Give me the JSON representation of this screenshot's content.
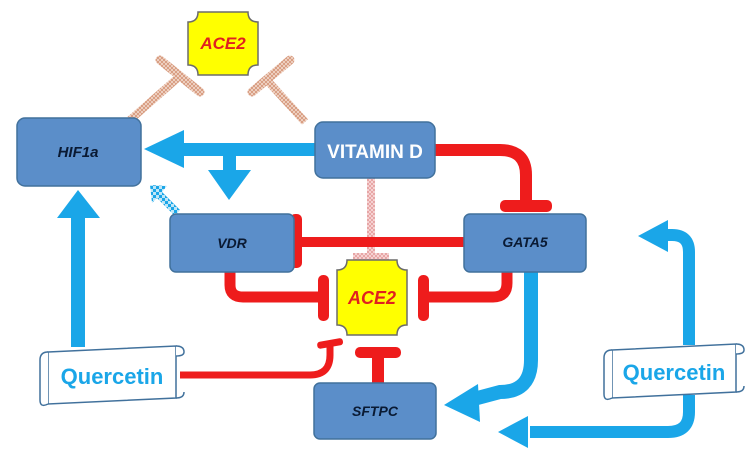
{
  "nodes": {
    "ace2_top": "ACE2",
    "hif1a": "HIF1a",
    "vitamin_d": "VITAMIN D",
    "vdr": "VDR",
    "gata5": "GATA5",
    "ace2_center": "ACE2",
    "sftpc": "SFTPC",
    "quercetin_left": "Quercetin",
    "quercetin_right": "Quercetin"
  },
  "colors": {
    "box_fill": "#5b8ec9",
    "box_stroke": "#41719c",
    "ace2_fill": "#ffff00",
    "ace2_text": "#e02020",
    "activation_arrow": "#1aa6e8",
    "inhibition": "#ee1c1c",
    "hatched_inhibition": "#e8b8a0",
    "scroll_text": "#1aa6e8"
  }
}
